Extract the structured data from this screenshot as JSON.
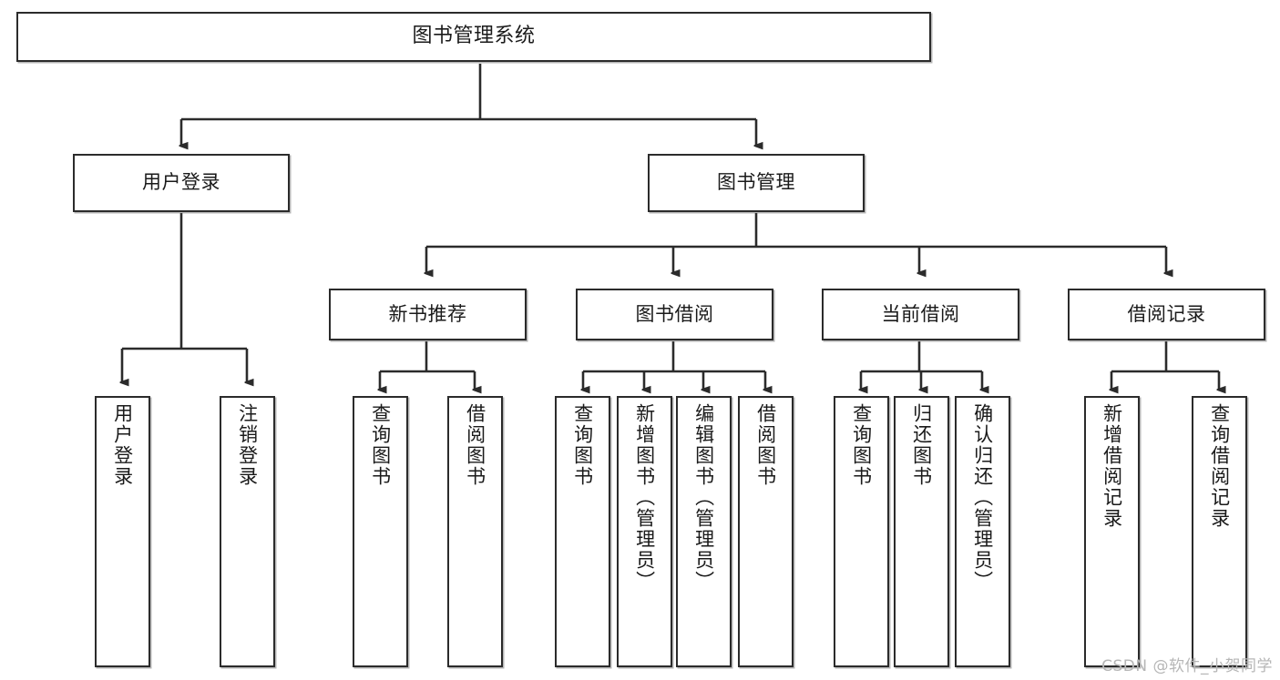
{
  "diagram": {
    "type": "tree-hierarchy",
    "title": "图书管理系统",
    "orientation": "top-down",
    "colors": {
      "box_border": "#2b2b2b",
      "box_fill": "#ffffff",
      "connector": "#2b2b2b",
      "text": "#1a1a1a",
      "watermark": "#b6b6b6"
    },
    "root": {
      "label": "图书管理系统"
    },
    "level2": [
      {
        "id": "user-login",
        "label": "用户登录"
      },
      {
        "id": "book-manage",
        "label": "图书管理"
      }
    ],
    "level3": [
      {
        "id": "new-book-recommend",
        "label": "新书推荐"
      },
      {
        "id": "book-borrow",
        "label": "图书借阅"
      },
      {
        "id": "current-borrow",
        "label": "当前借阅"
      },
      {
        "id": "borrow-record",
        "label": "借阅记录"
      }
    ],
    "leaves": {
      "user_login": [
        {
          "id": "leaf-user-login",
          "label": "用户登录"
        },
        {
          "id": "leaf-user-logout",
          "label": "注销登录"
        }
      ],
      "new_book_recommend": [
        {
          "id": "leaf-query-book-1",
          "label": "查询图书"
        },
        {
          "id": "leaf-borrow-book-1",
          "label": "借阅图书"
        }
      ],
      "book_borrow": [
        {
          "id": "leaf-query-book-2",
          "label": "查询图书"
        },
        {
          "id": "leaf-add-book",
          "label": "新增图书（管理员）"
        },
        {
          "id": "leaf-edit-book",
          "label": "编辑图书（管理员）"
        },
        {
          "id": "leaf-borrow-book-2",
          "label": "借阅图书"
        }
      ],
      "current_borrow": [
        {
          "id": "leaf-query-book-3",
          "label": "查询图书"
        },
        {
          "id": "leaf-return-book",
          "label": "归还图书"
        },
        {
          "id": "leaf-confirm-return",
          "label": "确认归还（管理员）"
        }
      ],
      "borrow_record": [
        {
          "id": "leaf-add-record",
          "label": "新增借阅记录"
        },
        {
          "id": "leaf-query-record",
          "label": "查询借阅记录"
        }
      ]
    }
  },
  "watermark": {
    "text": "CSDN @软件_小贺同学"
  }
}
